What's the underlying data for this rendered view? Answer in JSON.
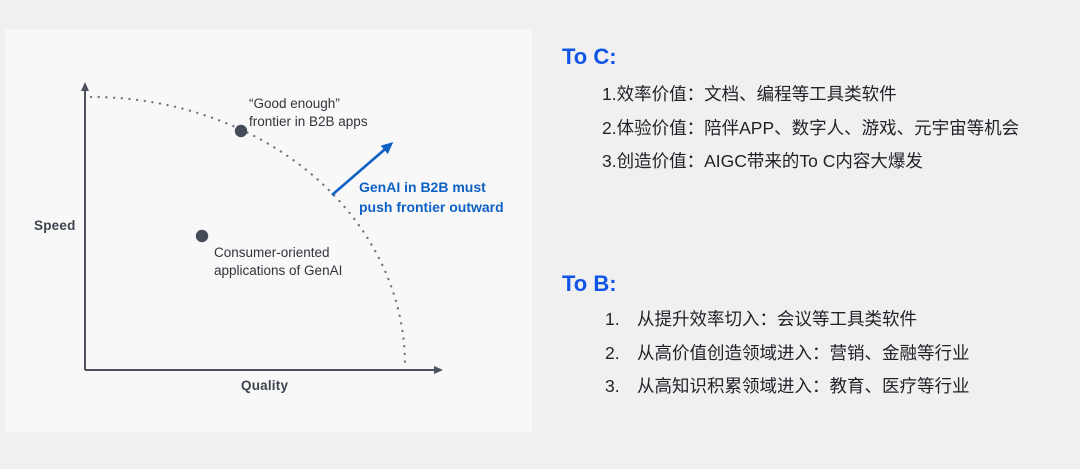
{
  "slide": {
    "background": "#f0f0f1",
    "card_background": "#f8f8f8"
  },
  "chart": {
    "y_axis_label": "Speed",
    "x_axis_label": "Quality",
    "good_enough_label": {
      "line1": "“Good enough”",
      "line2": "frontier in B2B apps"
    },
    "consumer_label": {
      "line1": "Consumer-oriented",
      "line2": "applications of GenAI"
    },
    "arrow_note": {
      "line1": "GenAI in B2B must",
      "line2": "push frontier outward"
    },
    "colors": {
      "axis": "#4b525e",
      "dots": "#454c59",
      "curve": "#70757d",
      "arrow_blue": "#0d61c5",
      "label_text": "#30353c"
    }
  },
  "to_c": {
    "header": "To C:",
    "header_color": "#1155e8",
    "items": [
      {
        "num": "1.",
        "text": "效率价值：文档、编程等工具类软件"
      },
      {
        "num": "2.",
        "text": "体验价值：陪伴APP、数字人、游戏、元宇宙等机会"
      },
      {
        "num": "3.",
        "text": "创造价值：AIGC带来的To C内容大爆发"
      }
    ]
  },
  "to_b": {
    "header": "To B:",
    "header_color": "#1155e8",
    "items": [
      {
        "num": "1.",
        "text": "从提升效率切入：会议等工具类软件"
      },
      {
        "num": "2.",
        "text": "从高价值创造领域进入：营销、金融等行业"
      },
      {
        "num": "3.",
        "text": "从高知识积累领域进入：教育、医疗等行业"
      }
    ]
  }
}
